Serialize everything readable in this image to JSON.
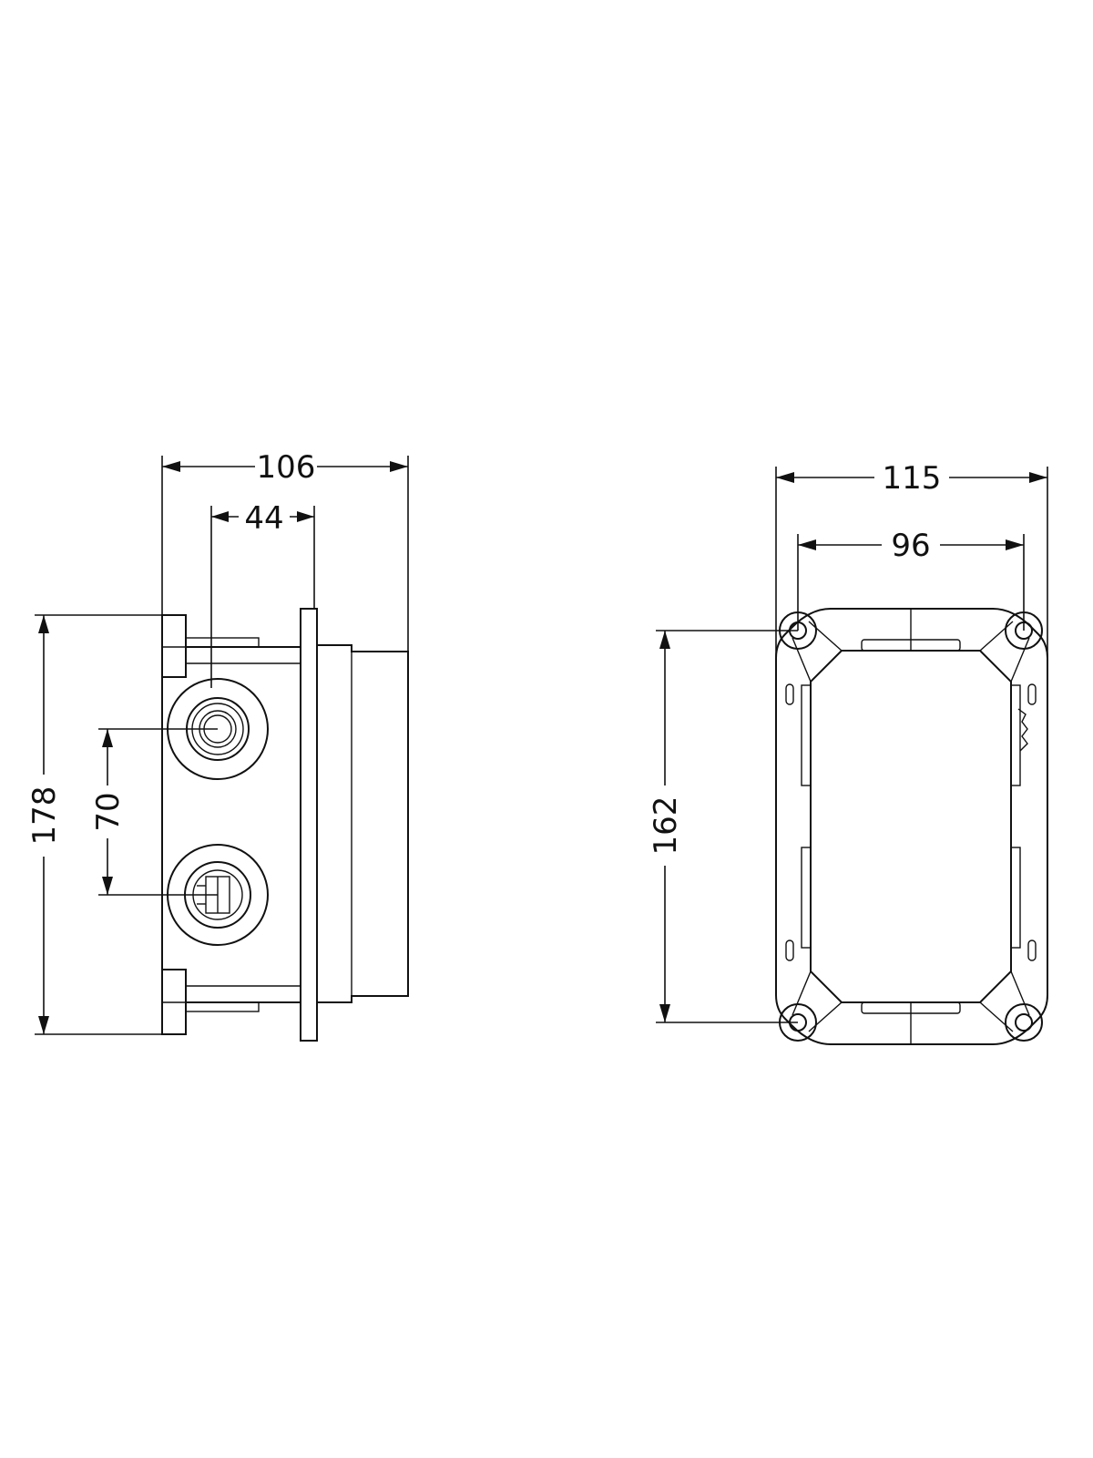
{
  "side_view": {
    "dimensions": {
      "overall_depth": "106",
      "inlet_offset": "44",
      "overall_height": "178",
      "inlet_spacing": "70"
    }
  },
  "front_view": {
    "dimensions": {
      "overall_width": "115",
      "mounting_hole_width": "96",
      "mounting_hole_height": "162"
    }
  },
  "colors": {
    "line": "#111111",
    "background": "#ffffff"
  }
}
